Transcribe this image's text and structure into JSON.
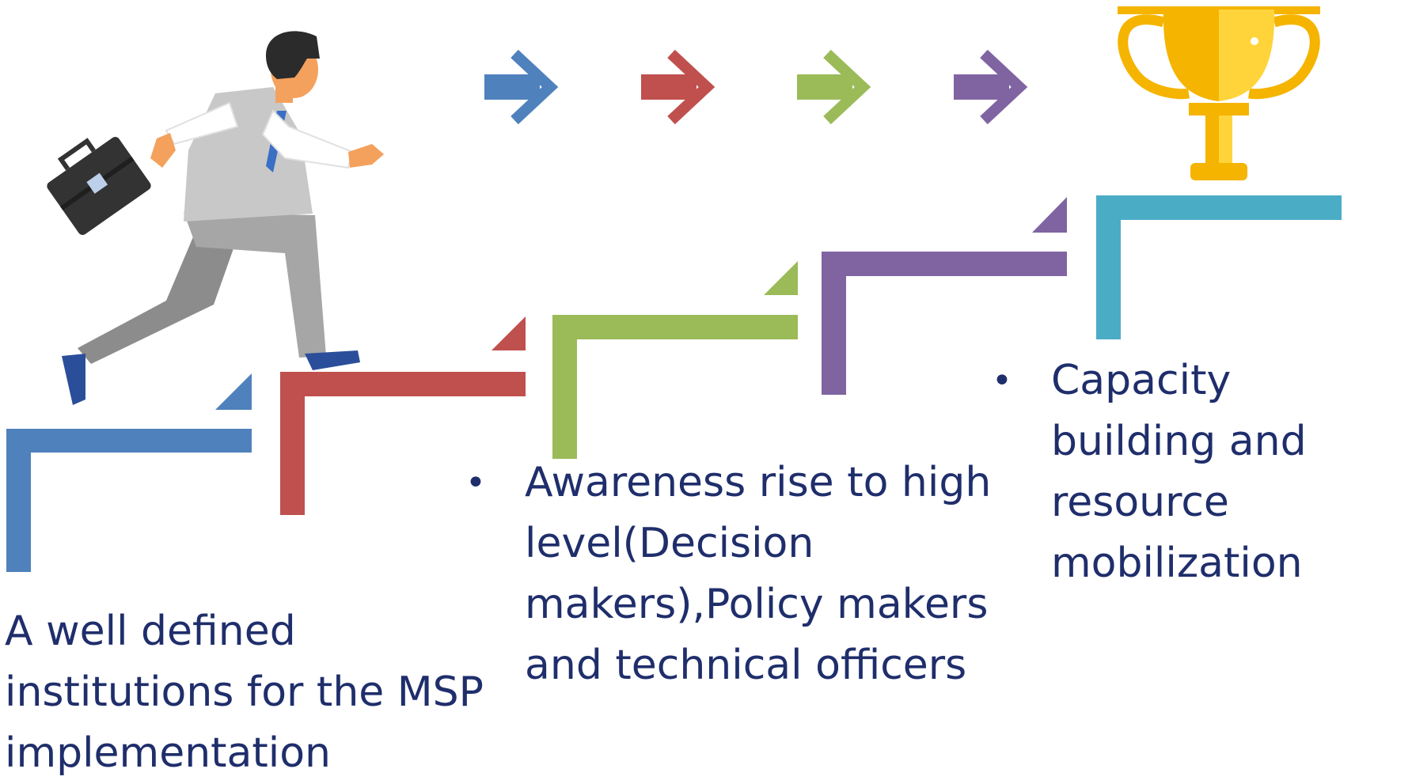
{
  "colors": {
    "blue": "#4f81bd",
    "red": "#c0504d",
    "green": "#9bbb59",
    "purple": "#8064a2",
    "teal": "#4bacc6",
    "text": "#1f2e6b",
    "trophy_gold": "#f5b400",
    "trophy_light": "#ffd43b"
  },
  "icons": [
    "businessman-running-icon",
    "briefcase-icon",
    "trophy-icon",
    "arrow-right-icon"
  ],
  "steps": {
    "step1": {
      "text": "A well defined institutions for the MSP implementation"
    },
    "step3": {
      "bullet": "•",
      "text": "Awareness rise to high level(Decision makers),Policy makers and technical officers"
    },
    "step5": {
      "bullet": "•",
      "text": "Capacity building and resource mobilization"
    }
  }
}
